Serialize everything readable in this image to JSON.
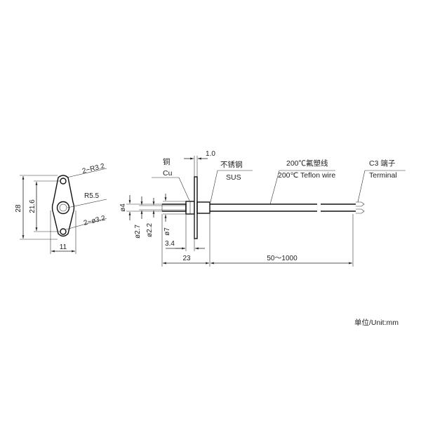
{
  "flange_view": {
    "dim_height": "28",
    "dim_hole_spacing": "21.6",
    "dim_width": "11",
    "dim_end_radius": "2−R3.2",
    "dim_center_radius": "R5.5",
    "dim_holes": "2−ø3.2"
  },
  "side_view": {
    "dim_flange_thickness": "1.0",
    "dim_tip_dia": "ø4",
    "dim_inner_dia_a": "ø2.7",
    "dim_inner_dia_b": "ø2.2",
    "dim_body_dia": "ø7",
    "dim_step_length": "3.4",
    "dim_probe_length": "23",
    "dim_cable_length": "50～1000"
  },
  "callouts": {
    "copper_cn": "铜",
    "copper_en": "Cu",
    "steel_cn": "不锈钢",
    "steel_en": "SUS",
    "wire_cn": "200℃氟塑线",
    "wire_en": "200℃ Teflon wire",
    "terminal_cn": "C3 端子",
    "terminal_en": "Terminal"
  },
  "unit_note": "单位/Unit:mm"
}
